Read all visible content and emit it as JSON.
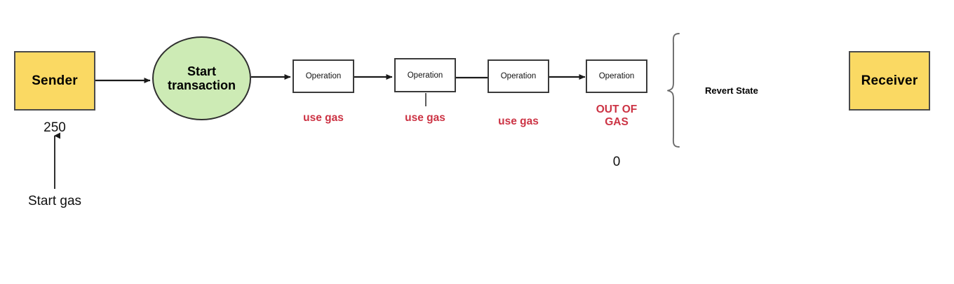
{
  "diagram": {
    "title": "Ethereum transaction out-of-gas flow",
    "colors": {
      "actor_fill": "#FAD963",
      "actor_stroke": "#4A4A4A",
      "start_fill": "#CDEBB5",
      "start_stroke": "#2F2F2F",
      "operation_fill": "#FFFFFF",
      "operation_stroke": "#3A3A3A",
      "gas_text": "#CC3344",
      "edge_stroke": "#1A1A1A",
      "text": "#111111"
    }
  },
  "nodes": {
    "sender": {
      "label": "Sender"
    },
    "start_transaction": {
      "line1": "Start",
      "line2": "transaction"
    },
    "receiver": {
      "label": "Receiver"
    },
    "operations": [
      {
        "label": "Operation"
      },
      {
        "label": "Operation"
      },
      {
        "label": "Operation"
      },
      {
        "label": "Operation"
      }
    ]
  },
  "labels": {
    "start_gas_value": "250",
    "start_gas_caption": "Start gas",
    "remaining_gas_value": "0",
    "revert_state": "Revert State",
    "gas_usage": [
      {
        "text": "use gas"
      },
      {
        "text": "use gas"
      },
      {
        "text": "use gas"
      }
    ],
    "out_of_gas_line1": "OUT OF",
    "out_of_gas_line2": "GAS"
  }
}
